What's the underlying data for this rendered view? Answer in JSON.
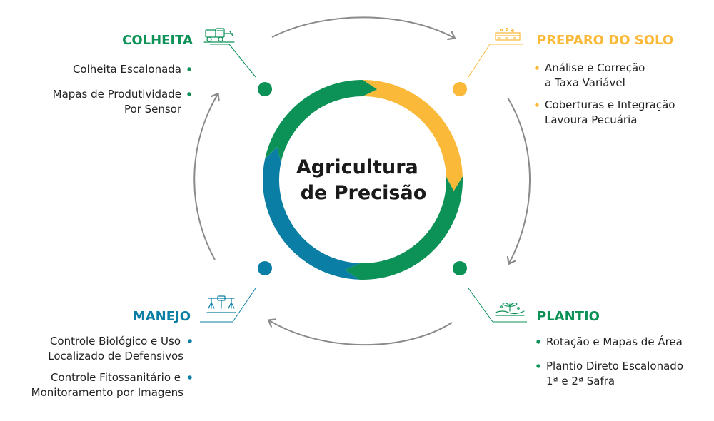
{
  "title": [
    "Agricultura",
    "de Precisão"
  ],
  "colors": {
    "green": "#0c9157",
    "yellow": "#fbb93a",
    "blue": "#0b7ea5",
    "gray_arrow": "#8a8a8a",
    "text": "#222222"
  },
  "icons": {
    "colheita": "combine-harvester-icon",
    "preparo": "soil-layer-icon",
    "plantio": "seedling-soil-icon",
    "manejo": "crop-sprayer-icon"
  },
  "stages": {
    "colheita": {
      "title": "COLHEITA",
      "items": [
        {
          "lines": [
            "Colheita Escalonada"
          ]
        },
        {
          "lines": [
            "Mapas de Produtividade",
            "Por Sensor"
          ]
        }
      ]
    },
    "preparo": {
      "title": "PREPARO DO SOLO",
      "items": [
        {
          "lines": [
            "Análise e Correção",
            "a Taxa Variável"
          ]
        },
        {
          "lines": [
            "Coberturas e Integração",
            "Lavoura Pecuária"
          ]
        }
      ]
    },
    "plantio": {
      "title": "PLANTIO",
      "items": [
        {
          "lines": [
            "Rotação e Mapas de Área"
          ]
        },
        {
          "lines": [
            "Plantio Direto Escalonado",
            "1ª e 2ª Safra"
          ]
        }
      ]
    },
    "manejo": {
      "title": "MANEJO",
      "items": [
        {
          "lines": [
            "Controle Biológico e Uso",
            "Localizado de Defensivos"
          ]
        },
        {
          "lines": [
            "Controle Fitossanitário e",
            "Monitoramento por Imagens"
          ]
        }
      ]
    }
  }
}
